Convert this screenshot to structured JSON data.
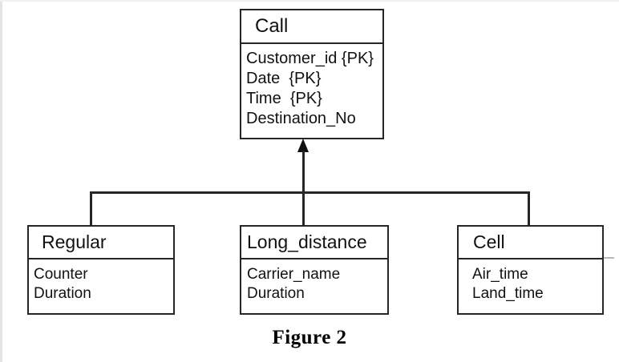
{
  "figure": {
    "caption": "Figure 2",
    "notation": "generalization-hierarchy",
    "colors": {
      "line": "#262626",
      "arrowhead": "#111111",
      "text": "#111111",
      "background": "#ffffff",
      "edge_strip": "#e3e3e3"
    }
  },
  "superclass": {
    "name": "Call",
    "attributes": [
      "Customer_id {PK}",
      "Date  {PK}",
      "Time  {PK}",
      "Destination_No"
    ]
  },
  "subclasses": [
    {
      "name": "Regular",
      "attributes": [
        "Counter",
        "Duration"
      ]
    },
    {
      "name": "Long_distance",
      "attributes": [
        "Carrier_name",
        "Duration"
      ]
    },
    {
      "name": "Cell",
      "attributes": [
        "Air_time",
        "Land_time"
      ]
    }
  ]
}
